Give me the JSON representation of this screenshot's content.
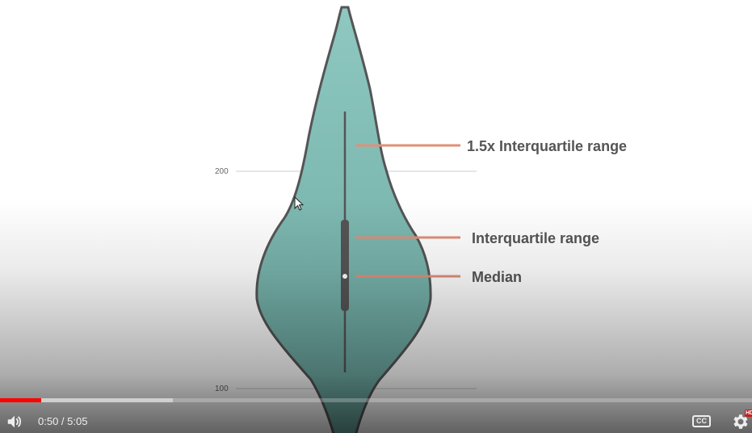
{
  "video": {
    "axis_ticks": [
      "200",
      "100"
    ],
    "annotations": {
      "whisker_range": "1.5x Interquartile range",
      "iqr": "Interquartile range",
      "median": "Median"
    },
    "colors": {
      "violin_fill_top": "#8ec8c0",
      "violin_fill_bottom": "#6aa7a0",
      "violin_stroke": "#555555",
      "annotation_line": "#e0907a",
      "annotation_text": "#555555",
      "grid_line": "#dddddd"
    }
  },
  "player": {
    "progress": {
      "played_fraction": 0.0545,
      "loaded_fraction": 0.23,
      "played_color": "#ff0000"
    },
    "controls": {
      "volume_icon": "volume-icon",
      "time": "0:50 / 5:05",
      "cc_label": "CC",
      "settings_icon": "gear-icon",
      "hd_badge": "HD",
      "hd_color": "#cc1a1a"
    }
  }
}
